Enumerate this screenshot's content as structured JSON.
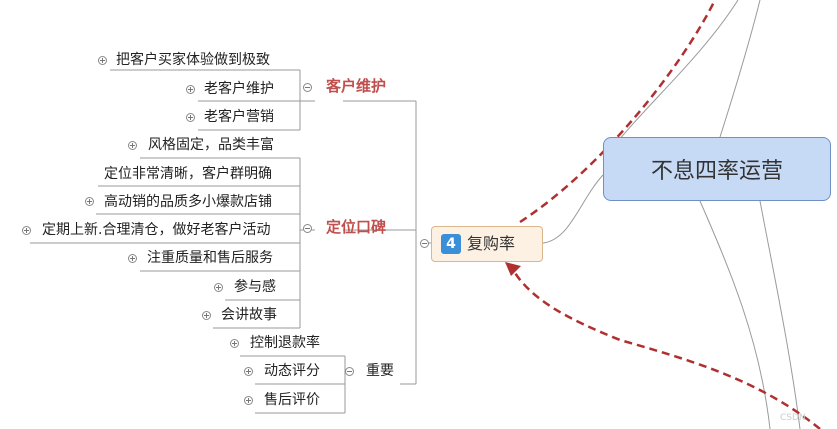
{
  "root": {
    "label": "不息四率运营"
  },
  "hub": {
    "badge": "4",
    "label": "复购率"
  },
  "groups": [
    {
      "label": "客户维护",
      "items": [
        "把客户买家体验做到极致",
        "老客户维护",
        "老客户营销"
      ]
    },
    {
      "label": "定位口碑",
      "items": [
        "风格固定，品类丰富",
        "定位非常清晰，客户群明确",
        "高动销的品质多小爆款店铺",
        "定期上新.合理清仓，做好老客户活动",
        "注重质量和售后服务",
        "参与感",
        "会讲故事"
      ]
    },
    {
      "label": "重要",
      "items": [
        "控制退款率",
        "动态评分",
        "售后评价"
      ]
    }
  ],
  "colors": {
    "root_fill": "#c7daf5",
    "root_border": "#6f8fc6",
    "hub_fill": "#fdf1e3",
    "badge": "#3b8fd9",
    "category_text": "#c0504d",
    "dashed_arrow": "#b03030",
    "branch_line": "#999999"
  },
  "watermark": "CSDN"
}
